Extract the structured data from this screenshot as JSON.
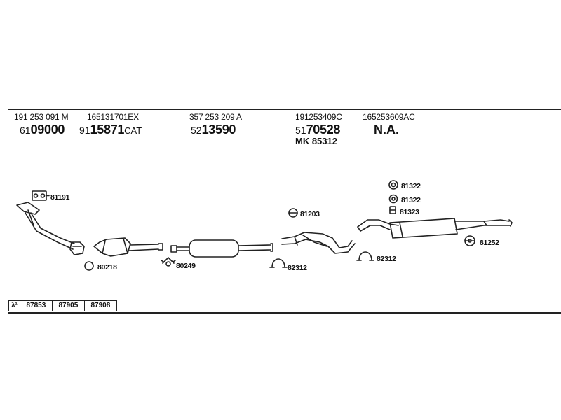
{
  "parts": [
    {
      "oe": "191 253 091 M",
      "code_prefix": "61",
      "code_main": "09000",
      "code_suffix": ""
    },
    {
      "oe": "165131701EX",
      "code_prefix": "91",
      "code_main": "15871",
      "code_suffix": "CAT"
    },
    {
      "oe": "357 253 209 A",
      "code_prefix": "52",
      "code_main": "13590",
      "code_suffix": ""
    },
    {
      "oe": "191253409C",
      "code_prefix": "51",
      "code_main": "70528",
      "code_suffix": "",
      "mk": "MK 85312"
    },
    {
      "oe": "165253609AC",
      "code_na": "N.A."
    }
  ],
  "fittings": {
    "gasket_front": "81191",
    "ring_cat": "80218",
    "clamp_mid": "80249",
    "rubber_front": "81203",
    "clamp_left": "82312",
    "clamp_right": "82312",
    "hanger_a": "81322",
    "hanger_b": "81322",
    "hanger_c": "81323",
    "rubber_rear": "81252"
  },
  "reference_row": {
    "symbol": "λ¹",
    "codes": [
      "87853",
      "87905",
      "87908"
    ]
  },
  "colors": {
    "ink": "#222222",
    "background": "#ffffff"
  }
}
